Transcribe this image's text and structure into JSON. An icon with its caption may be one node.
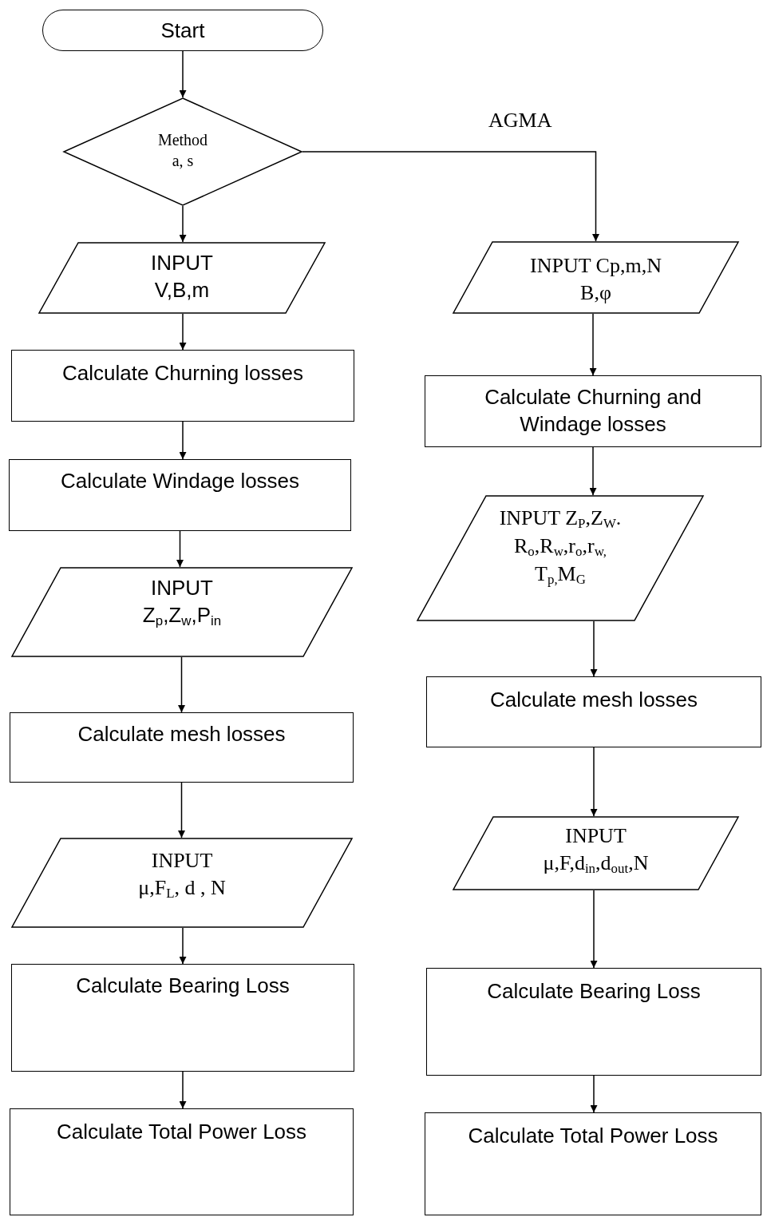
{
  "diagram": {
    "nodes": [
      {
        "text": [
          "Start"
        ]
      },
      {
        "text": [
          "Method",
          "a, s"
        ]
      },
      {
        "text": [
          "INPUT",
          "V,B,m"
        ]
      },
      {
        "text": [
          "Calculate Churning losses"
        ]
      },
      {
        "text": [
          "Calculate Windage losses"
        ]
      },
      {
        "text": [
          "INPUT",
          "Z$_{p}$,Z$_{w}$,P$_{in}$"
        ]
      },
      {
        "text": [
          "Calculate mesh losses"
        ]
      },
      {
        "text": [
          "INPUT",
          "μ,F$_{L}$, d , N"
        ]
      },
      {
        "text": [
          "Calculate Bearing Loss"
        ]
      },
      {
        "text": [
          "Calculate Total Power Loss"
        ]
      },
      {
        "text": [
          "INPUT Cp,m,N",
          "B,φ"
        ]
      },
      {
        "text": [
          "Calculate Churning and Windage losses"
        ]
      },
      {
        "text": [
          "INPUT Z$_{P}$,Z$_{W}$.",
          "R$_{o}$,R$_{w}$,r$_{o}$,r$_{w,}$",
          "T$_{p,}$M$_{G}$"
        ]
      },
      {
        "text": [
          "Calculate mesh losses"
        ]
      },
      {
        "text": [
          "INPUT",
          "μ,F,d$_{in}$,d$_{out}$,N"
        ]
      },
      {
        "text": [
          "Calculate Bearing Loss"
        ]
      },
      {
        "text": [
          "Calculate Total Power Loss"
        ]
      }
    ],
    "edges": [
      {
        "from": 0,
        "to": 1,
        "arrow": "to"
      },
      {
        "from": 1,
        "to": 2,
        "arrow": "to"
      },
      {
        "from": 1,
        "to": 10,
        "arrow": "to",
        "label": "AGMA"
      },
      {
        "from": 2,
        "to": 3,
        "arrow": "to"
      },
      {
        "from": 3,
        "to": 4,
        "arrow": "to"
      },
      {
        "from": 4,
        "to": 5,
        "arrow": "to"
      },
      {
        "from": 5,
        "to": 6,
        "arrow": "to"
      },
      {
        "from": 6,
        "to": 7,
        "arrow": "to"
      },
      {
        "from": 7,
        "to": 8,
        "arrow": "to"
      },
      {
        "from": 8,
        "to": 9,
        "arrow": "to"
      },
      {
        "from": 10,
        "to": 11,
        "arrow": "to"
      },
      {
        "from": 11,
        "to": 12,
        "arrow": "to"
      },
      {
        "from": 12,
        "to": 13,
        "arrow": "to"
      },
      {
        "from": 13,
        "to": 14,
        "arrow": "to"
      },
      {
        "from": 14,
        "to": 15,
        "arrow": "to"
      },
      {
        "from": 15,
        "to": 16,
        "arrow": "to"
      }
    ]
  }
}
